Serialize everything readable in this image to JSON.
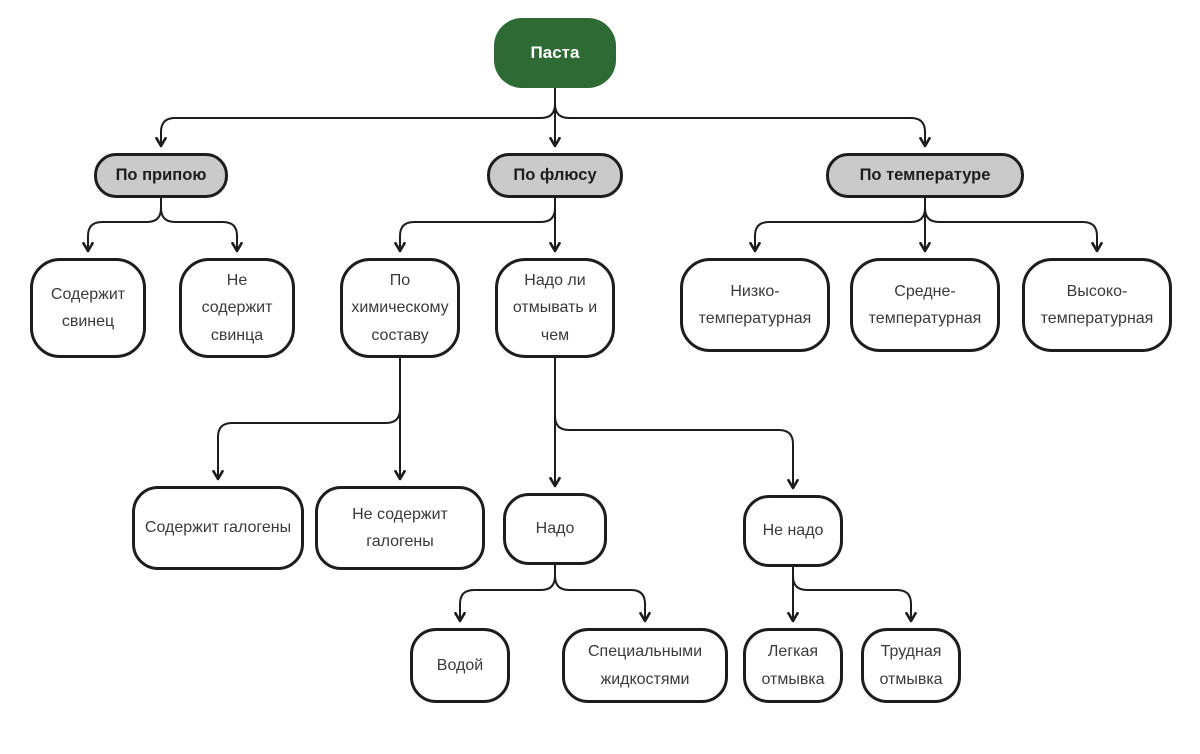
{
  "diagram": {
    "title": "Паста",
    "colors": {
      "background": "#ffffff",
      "root_fill": "#2e6b34",
      "root_text": "#ffffff",
      "category_fill": "#cacaca",
      "leaf_fill": "#ffffff",
      "stroke": "#1d1d1d",
      "leaf_text": "#3a3a3a"
    },
    "nodes": {
      "root": {
        "label": "Паста"
      },
      "solder": {
        "label": "По припою"
      },
      "flux": {
        "label": "По флюсу"
      },
      "temperature": {
        "label": "По температуре"
      },
      "contains_lead": {
        "label": "Содержит свинец"
      },
      "no_lead": {
        "label": "Не содержит свинца"
      },
      "chemical": {
        "label": "По химическому составу"
      },
      "wash": {
        "label": "Надо ли отмывать и чем"
      },
      "low_temp": {
        "label": "Низко-температурная"
      },
      "mid_temp": {
        "label": "Средне-температурная"
      },
      "high_temp": {
        "label": "Высоко-температурная"
      },
      "halogens": {
        "label": "Содержит галогены"
      },
      "no_halogens": {
        "label": "Не содержит галогены"
      },
      "need": {
        "label": "Надо"
      },
      "no_need": {
        "label": "Не надо"
      },
      "water": {
        "label": "Водой"
      },
      "liquids": {
        "label": "Специальными жидкостями"
      },
      "easy_wash": {
        "label": "Легкая отмывка"
      },
      "hard_wash": {
        "label": "Трудная отмывка"
      }
    }
  }
}
